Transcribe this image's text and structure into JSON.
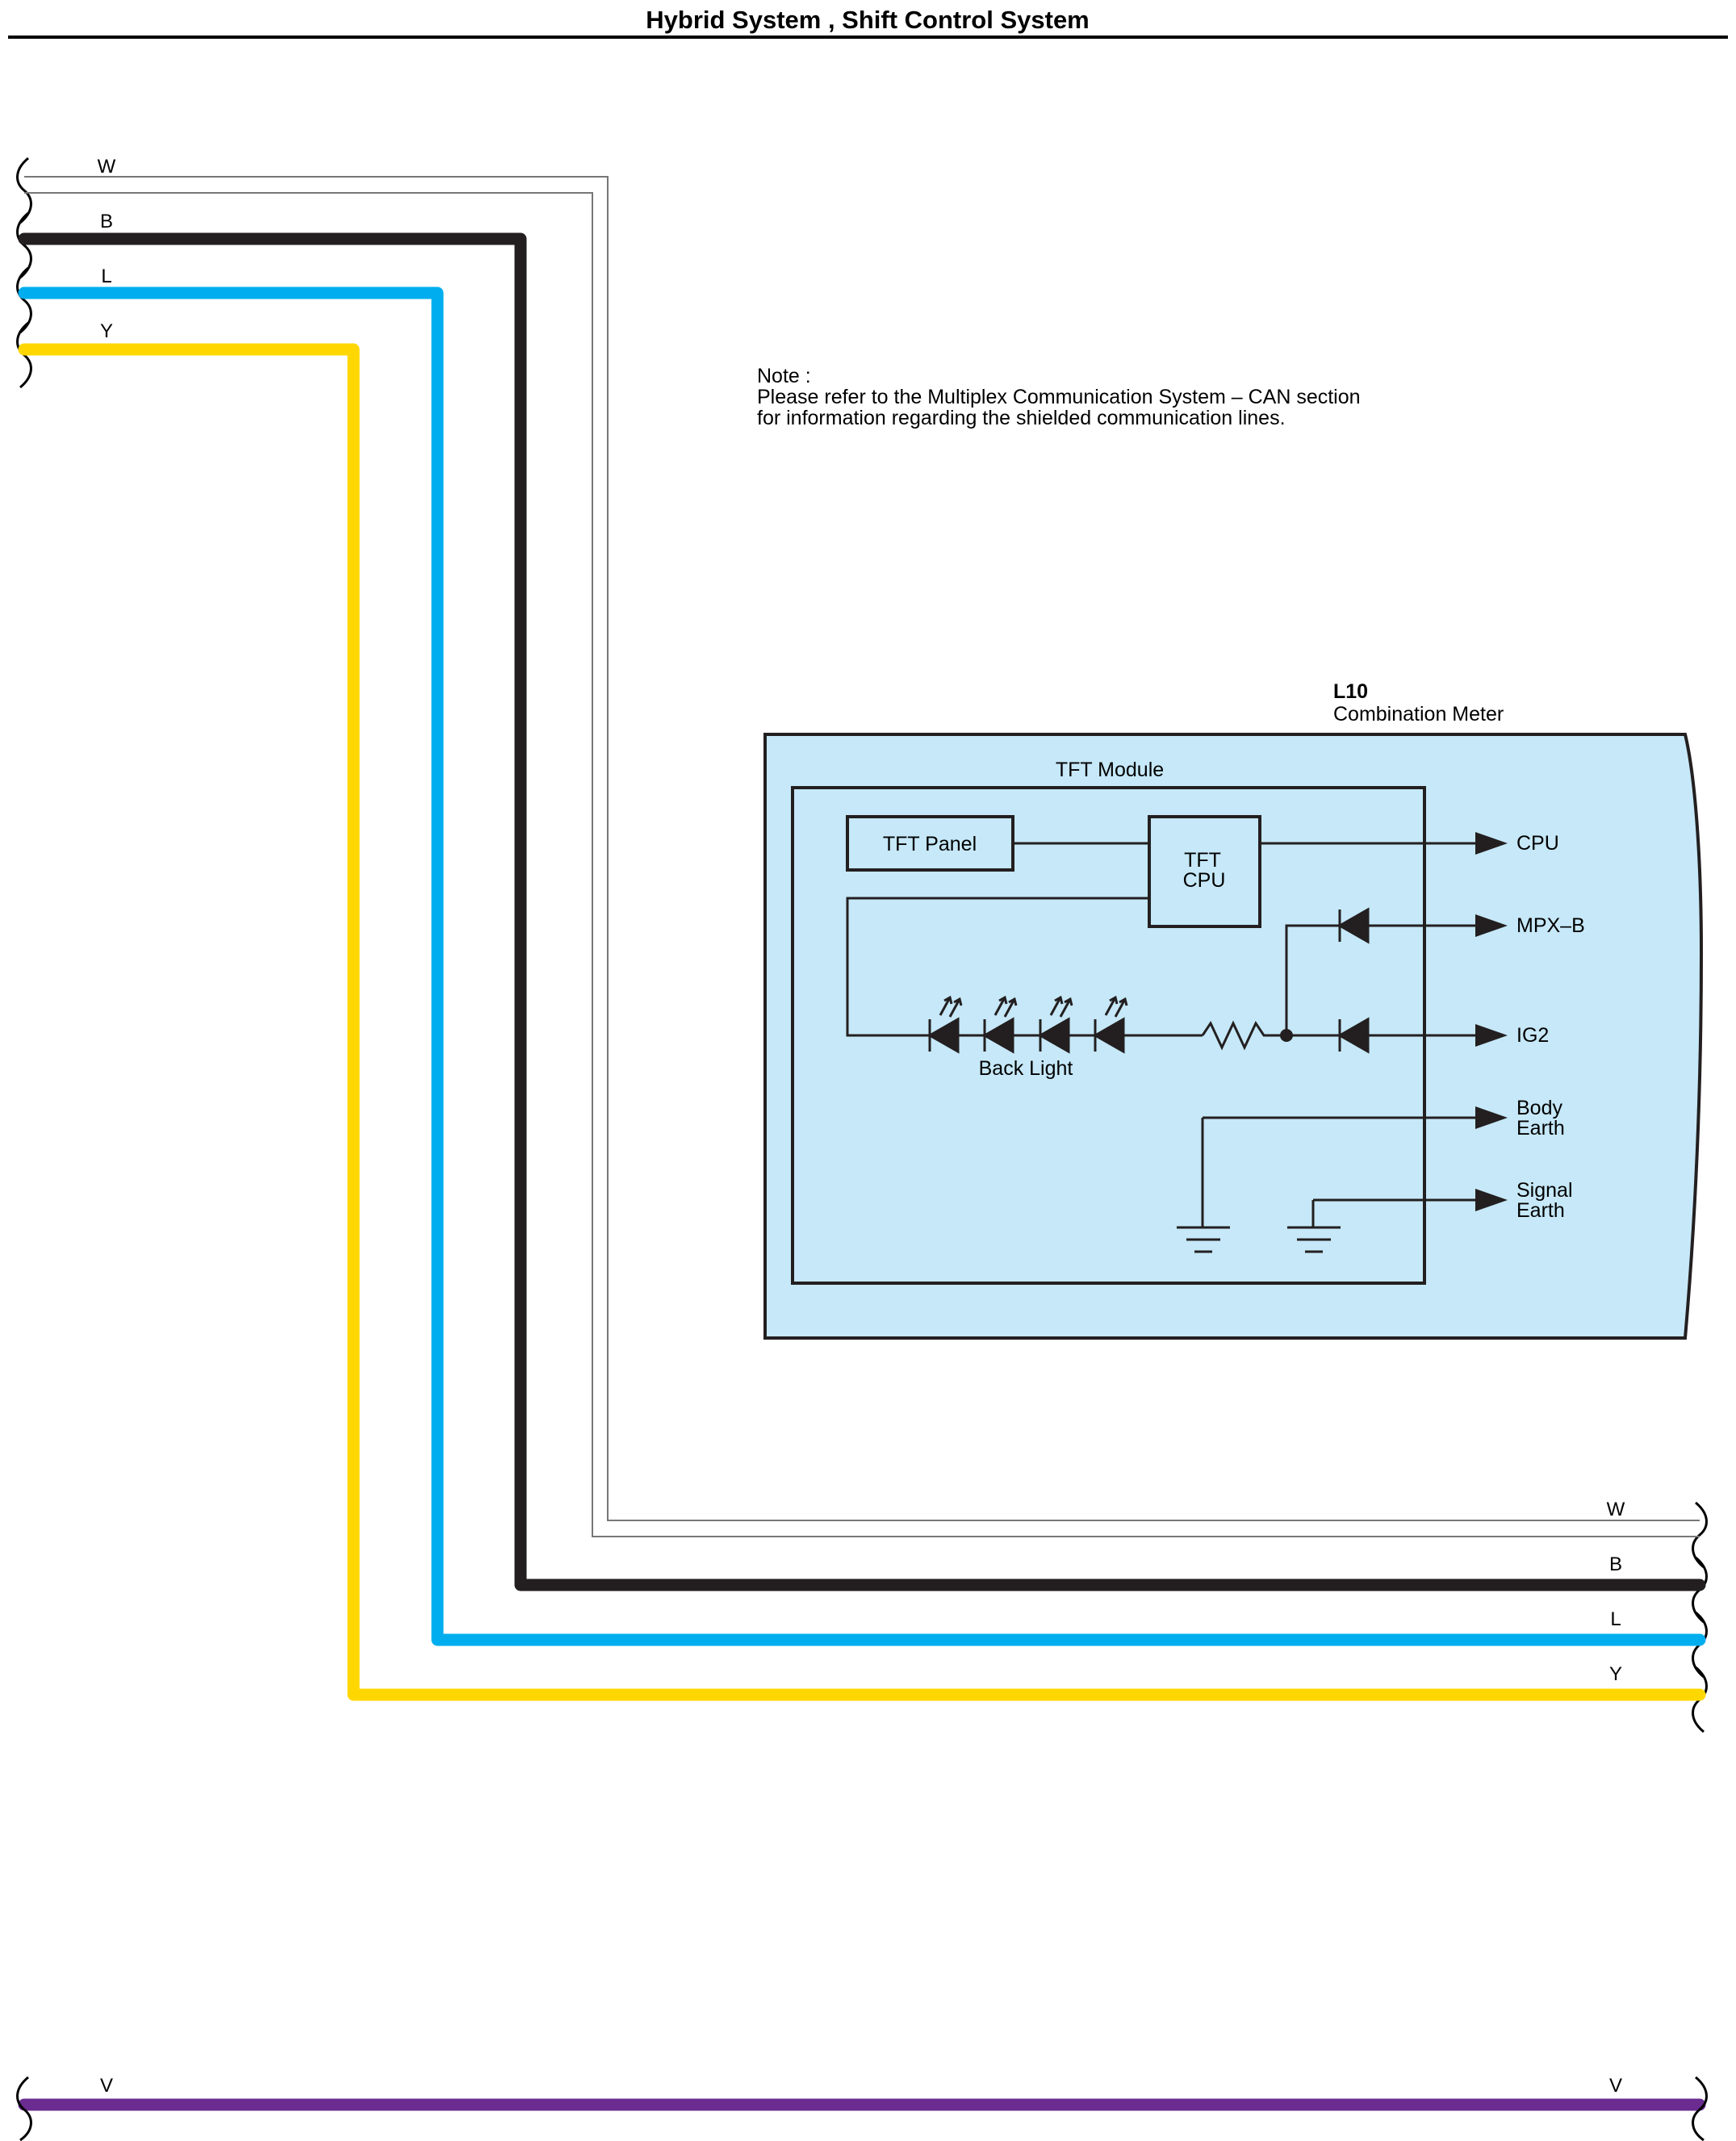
{
  "header": {
    "title": "Hybrid System , Shift Control System"
  },
  "note": {
    "line1": "Note :",
    "line2": "Please refer to the Multiplex Communication System – CAN section",
    "line3": "for information regarding the shielded communication lines."
  },
  "component": {
    "code": "L10",
    "name": "Combination Meter",
    "module": "TFT Module",
    "panel": "TFT Panel",
    "cpu_line1": "TFT",
    "cpu_line2": "CPU",
    "backlight": "Back Light"
  },
  "terminals": {
    "cpu": "CPU",
    "mpxb": "MPX–B",
    "ig2": "IG2",
    "body_earth_1": "Body",
    "body_earth_2": "Earth",
    "signal_earth_1": "Signal",
    "signal_earth_2": "Earth"
  },
  "wires": {
    "w": "W",
    "b": "B",
    "l": "L",
    "y": "Y",
    "v": "V"
  },
  "colors": {
    "black_wire": "#231f20",
    "blue_wire": "#00aeef",
    "yellow_wire": "#ffd700",
    "violet_wire": "#6a2c91",
    "white_wire_outline": "#888888",
    "meter_fill": "#c6e8f8"
  }
}
